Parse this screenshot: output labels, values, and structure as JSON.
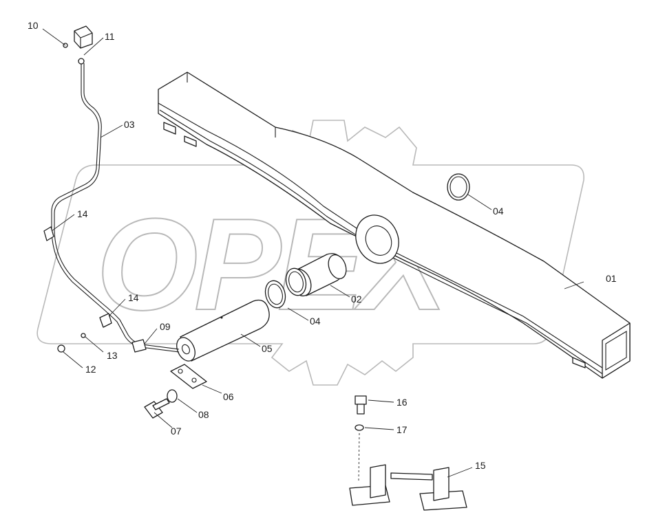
{
  "watermark": {
    "text": "OPEX"
  },
  "labels": {
    "p01": "01",
    "p02": "02",
    "p03": "03",
    "p04a": "04",
    "p04b": "04",
    "p05": "05",
    "p06": "06",
    "p07": "07",
    "p08": "08",
    "p09": "09",
    "p10": "10",
    "p11": "11",
    "p12": "12",
    "p13": "13",
    "p14a": "14",
    "p14b": "14",
    "p15": "15",
    "p16": "16",
    "p17": "17"
  }
}
